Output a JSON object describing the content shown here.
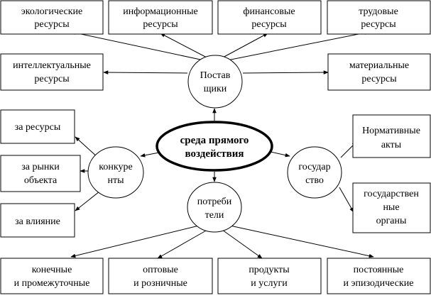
{
  "center": {
    "lines": [
      "среда прямого",
      "воздействия"
    ]
  },
  "hubs": {
    "suppliers": {
      "lines": [
        "Постав",
        "щики"
      ]
    },
    "competitors": {
      "lines": [
        "конкуре",
        "нты"
      ]
    },
    "state": {
      "lines": [
        "государ",
        "ство"
      ]
    },
    "consumers": {
      "lines": [
        "потреби",
        "тели"
      ]
    }
  },
  "boxes": {
    "ecological": {
      "lines": [
        "экологические",
        "ресурсы"
      ]
    },
    "informational": {
      "lines": [
        "информационные",
        "ресурсы"
      ]
    },
    "financial": {
      "lines": [
        "финансовые",
        "ресурсы"
      ]
    },
    "labor": {
      "lines": [
        "трудовые",
        "ресурсы"
      ]
    },
    "intellectual": {
      "lines": [
        "интеллектуальные",
        "ресурсы"
      ]
    },
    "material": {
      "lines": [
        "материальные",
        "ресурсы"
      ]
    },
    "for_resources": {
      "lines": [
        "за ресурсы"
      ]
    },
    "for_markets": {
      "lines": [
        "за рынки",
        "объекта"
      ]
    },
    "for_influence": {
      "lines": [
        "за влияние"
      ]
    },
    "normative_acts": {
      "lines": [
        "Нормативные",
        "акты"
      ]
    },
    "state_bodies": {
      "lines": [
        "государствен",
        "ные",
        "органы"
      ]
    },
    "final_intermediate": {
      "lines": [
        "конечные",
        "и промежуточные"
      ]
    },
    "wholesale_retail": {
      "lines": [
        "оптовые",
        "и розничные"
      ]
    },
    "products_services": {
      "lines": [
        "продукты",
        "и услуги"
      ]
    },
    "permanent_episodic": {
      "lines": [
        "постоянные",
        "и эпизодические"
      ]
    }
  }
}
